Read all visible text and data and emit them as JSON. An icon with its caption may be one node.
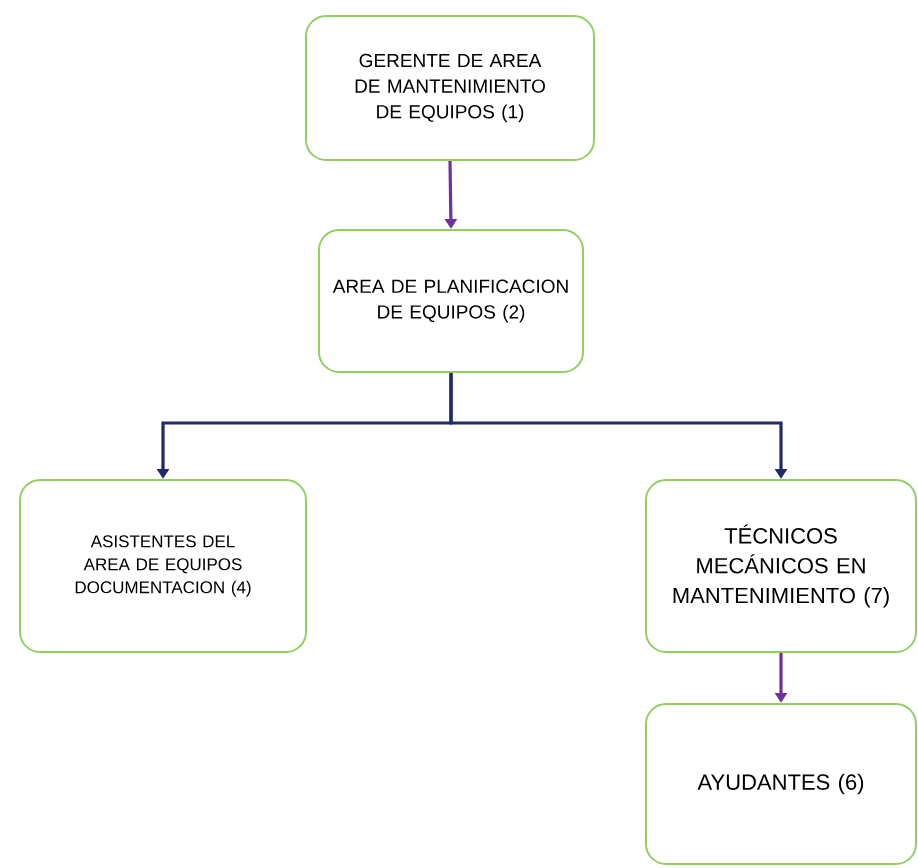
{
  "diagram": {
    "nodes": [
      {
        "text": [
          "GERENTE DE AREA DE MANTENIMIENTO DE EQUIPOS (1)"
        ]
      },
      {
        "text": [
          "AREA DE PLANIFICACION DE EQUIPOS (2)"
        ]
      },
      {
        "text": [
          "ASISTENTES DEL AREA DE EQUIPOS DOCUMENTACION (4)"
        ]
      },
      {
        "text": [
          "TÉCNICOS MECÁNICOS EN MANTENIMIENTO (7)"
        ]
      },
      {
        "text": [
          "AYUDANTES (6)"
        ]
      }
    ],
    "edges": [
      {
        "from": 0,
        "to": 1,
        "arrow": "to"
      },
      {
        "from": 1,
        "to": 2,
        "arrow": "to",
        "color": "#1f2a6b"
      },
      {
        "from": 1,
        "to": 3,
        "arrow": "to",
        "color": "#1f2a6b"
      },
      {
        "from": 3,
        "to": 4,
        "arrow": "to"
      }
    ]
  }
}
